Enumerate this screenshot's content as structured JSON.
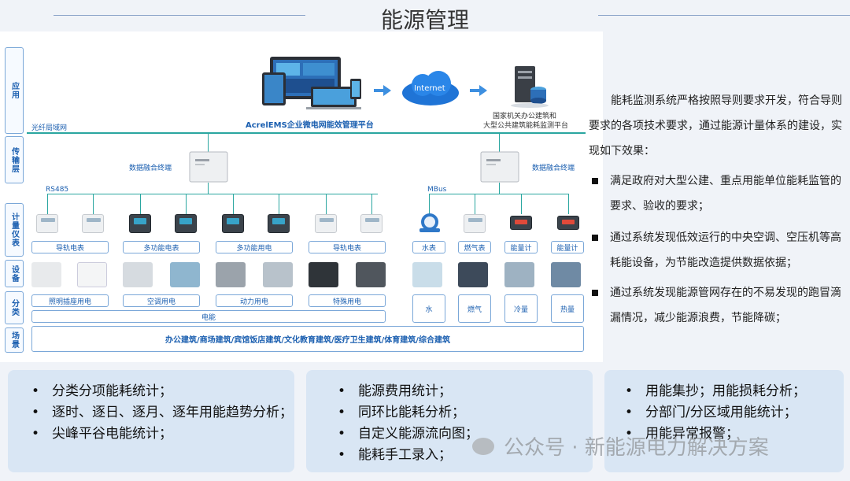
{
  "page": {
    "title": "能源管理"
  },
  "layers": [
    "应用",
    "传输层",
    "计量仪表",
    "设备",
    "分类",
    "场景"
  ],
  "application": {
    "platform": "AcrelEMS企业微电网能效管理平台",
    "internet": "Internet",
    "gov_platform_line1": "国家机关办公建筑和",
    "gov_platform_line2": "大型公共建筑能耗监测平台"
  },
  "network": {
    "lan": "光纤局域网",
    "rs485": "RS485",
    "mbus": "MBus"
  },
  "terminals": {
    "left": "数据融合终端",
    "right": "数据融合终端"
  },
  "meter_labels": [
    "导轨电表",
    "多功能电表",
    "多功能用电",
    "导轨电表",
    "水表",
    "燃气表",
    "能量计",
    "能量计"
  ],
  "categories": [
    "照明插座用电",
    "空调用电",
    "动力用电",
    "特殊用电",
    "水",
    "燃气",
    "冷量",
    "热量"
  ],
  "electric": "电能",
  "scene": "办公建筑/商场建筑/宾馆饭店建筑/文化教育建筑/医疗卫生建筑/体育建筑/综合建筑",
  "description": {
    "intro": "能耗监测系统严格按照导则要求开发，符合导则要求的各项技术要求，通过能源计量体系的建设，实现如下效果：",
    "bullets": [
      "满足政府对大型公建、重点用能单位能耗监管的要求、验收的要求；",
      "通过系统发现低效运行的中央空调、空压机等高耗能设备，为节能改造提供数据依据；",
      "通过系统发现能源管网存在的不易发现的跑冒滴漏情况，减少能源浪费，节能降碳；"
    ]
  },
  "panels": [
    {
      "items": [
        "分类分项能耗统计；",
        "逐时、逐日、逐月、逐年用能趋势分析；",
        "尖峰平谷电能统计；"
      ]
    },
    {
      "items": [
        "能源费用统计；",
        "同环比能耗分析；",
        "自定义能源流向图；",
        "能耗手工录入；"
      ]
    },
    {
      "items": [
        "用能集抄；用能损耗分析；",
        "分部门/分区域用能统计；",
        "用能异常报警；"
      ]
    }
  ],
  "watermark": "公众号 · 新能源电力解决方案",
  "colors": {
    "accent": "#1b5fb0",
    "line": "#2aa6a0",
    "panel": "#d9e6f4"
  }
}
